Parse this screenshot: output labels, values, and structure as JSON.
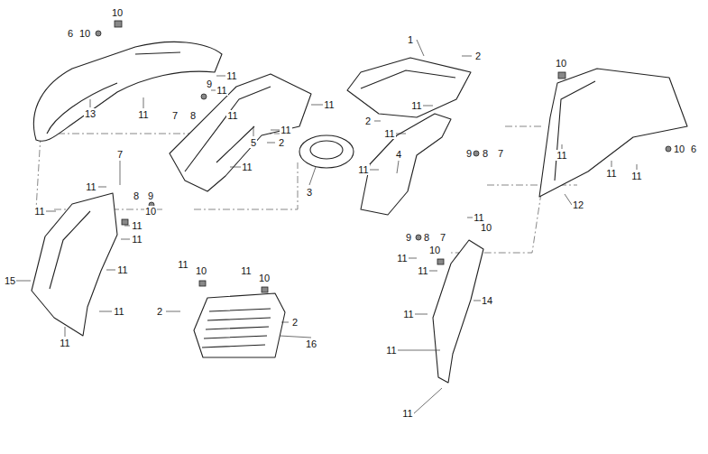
{
  "diagram": {
    "labels": [
      "10",
      "6",
      "10",
      "13",
      "11",
      "11",
      "11",
      "9",
      "7",
      "8",
      "11",
      "11",
      "11",
      "5",
      "2",
      "11",
      "3",
      "1",
      "2",
      "11",
      "2",
      "11",
      "4",
      "9",
      "8",
      "7",
      "11",
      "9",
      "8",
      "7",
      "10",
      "11",
      "11",
      "11",
      "10",
      "6",
      "12",
      "7",
      "11",
      "8",
      "9",
      "11",
      "10",
      "11",
      "11",
      "11",
      "15",
      "11",
      "11",
      "11",
      "10",
      "11",
      "10",
      "2",
      "2",
      "16",
      "11",
      "10",
      "10",
      "11",
      "11",
      "11",
      "14",
      "11",
      "11"
    ]
  }
}
